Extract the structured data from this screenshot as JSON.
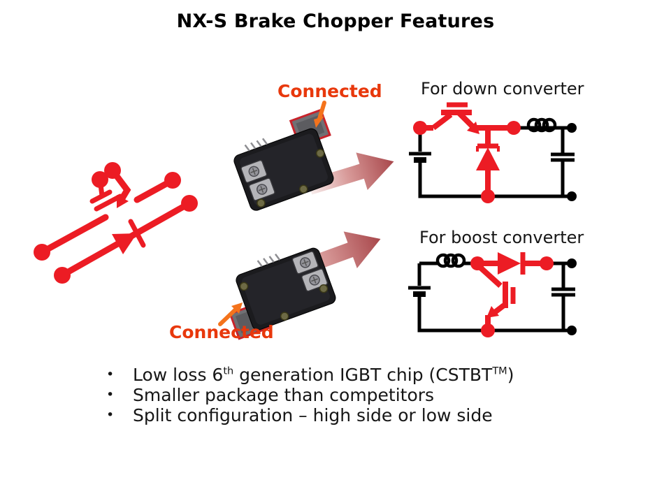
{
  "slide": {
    "title": "NX-S Brake Chopper Features"
  },
  "annotations": {
    "connected_top": "Connected",
    "connected_bottom": "Connected"
  },
  "diagrams": {
    "down": {
      "label": "For down converter"
    },
    "boost": {
      "label": "For boost converter"
    }
  },
  "bullets": {
    "marker": "•",
    "items": [
      {
        "t1": "Low loss 6",
        "sup1": "th",
        "t2": " generation IGBT chip (CSTBT",
        "sup2": "TM",
        "t3": ")"
      },
      {
        "t1": "Smaller package than competitors"
      },
      {
        "t1": "Split configuration – high side or low side"
      }
    ]
  },
  "colors": {
    "circuit_red": "#EC1C24",
    "connected_text": "#E8380C",
    "pointer_orange": "#F4731C",
    "arrow_gradient_start": "#F7ECEB",
    "arrow_gradient_mid": "#D89A99",
    "arrow_gradient_end": "#A8474B",
    "text": "#1A1A1A"
  }
}
